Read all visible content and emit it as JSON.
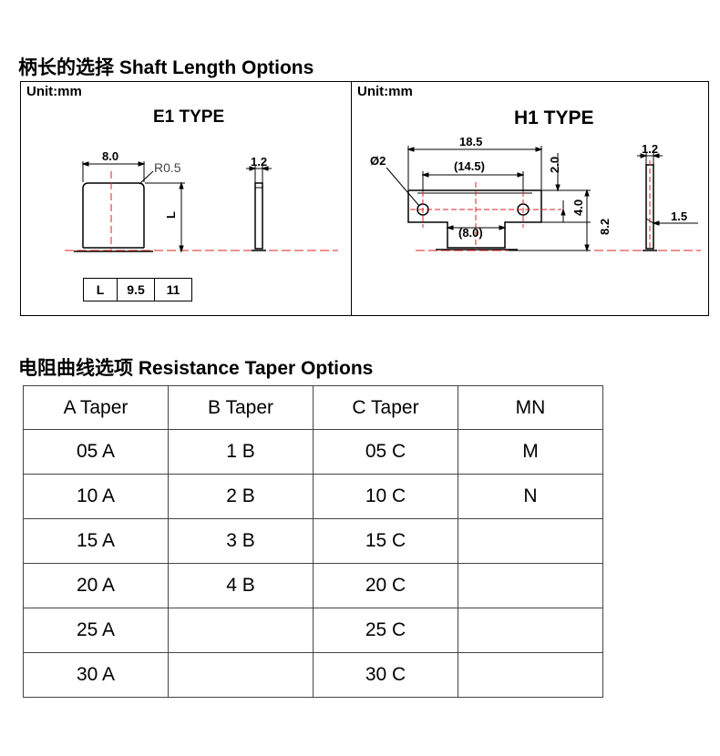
{
  "shaft_section": {
    "heading": "柄长的选择  Shaft Length Options",
    "e1": {
      "unit": "Unit:mm",
      "title": "E1 TYPE",
      "dims": {
        "width": "8.0",
        "radius": "R0.5",
        "thickness": "1.2",
        "length_label": "L"
      },
      "length_table": {
        "header": "L",
        "values": [
          "9.5",
          "11"
        ]
      }
    },
    "h1": {
      "unit": "Unit:mm",
      "title": "H1 TYPE",
      "dims": {
        "overall": "18.5",
        "hole_span": "(14.5)",
        "hole_dia": "Ø2",
        "base": "(8.0)",
        "top_offset": "2.0",
        "hole_height": "4.0",
        "total_height": "8.2",
        "thickness": "1.2",
        "side": "1.5"
      }
    }
  },
  "taper_section": {
    "heading": "电阻曲线选项  Resistance Taper Options",
    "headers": [
      "A Taper",
      "B Taper",
      "C Taper",
      "MN"
    ],
    "rows": [
      [
        "05 A",
        "1 B",
        "05 C",
        "M"
      ],
      [
        "10 A",
        "2 B",
        "10 C",
        "N"
      ],
      [
        "15 A",
        "3 B",
        "15 C",
        ""
      ],
      [
        "20 A",
        "4 B",
        "20 C",
        ""
      ],
      [
        "25 A",
        "",
        "25 C",
        ""
      ],
      [
        "30 A",
        "",
        "30 C",
        ""
      ]
    ]
  }
}
